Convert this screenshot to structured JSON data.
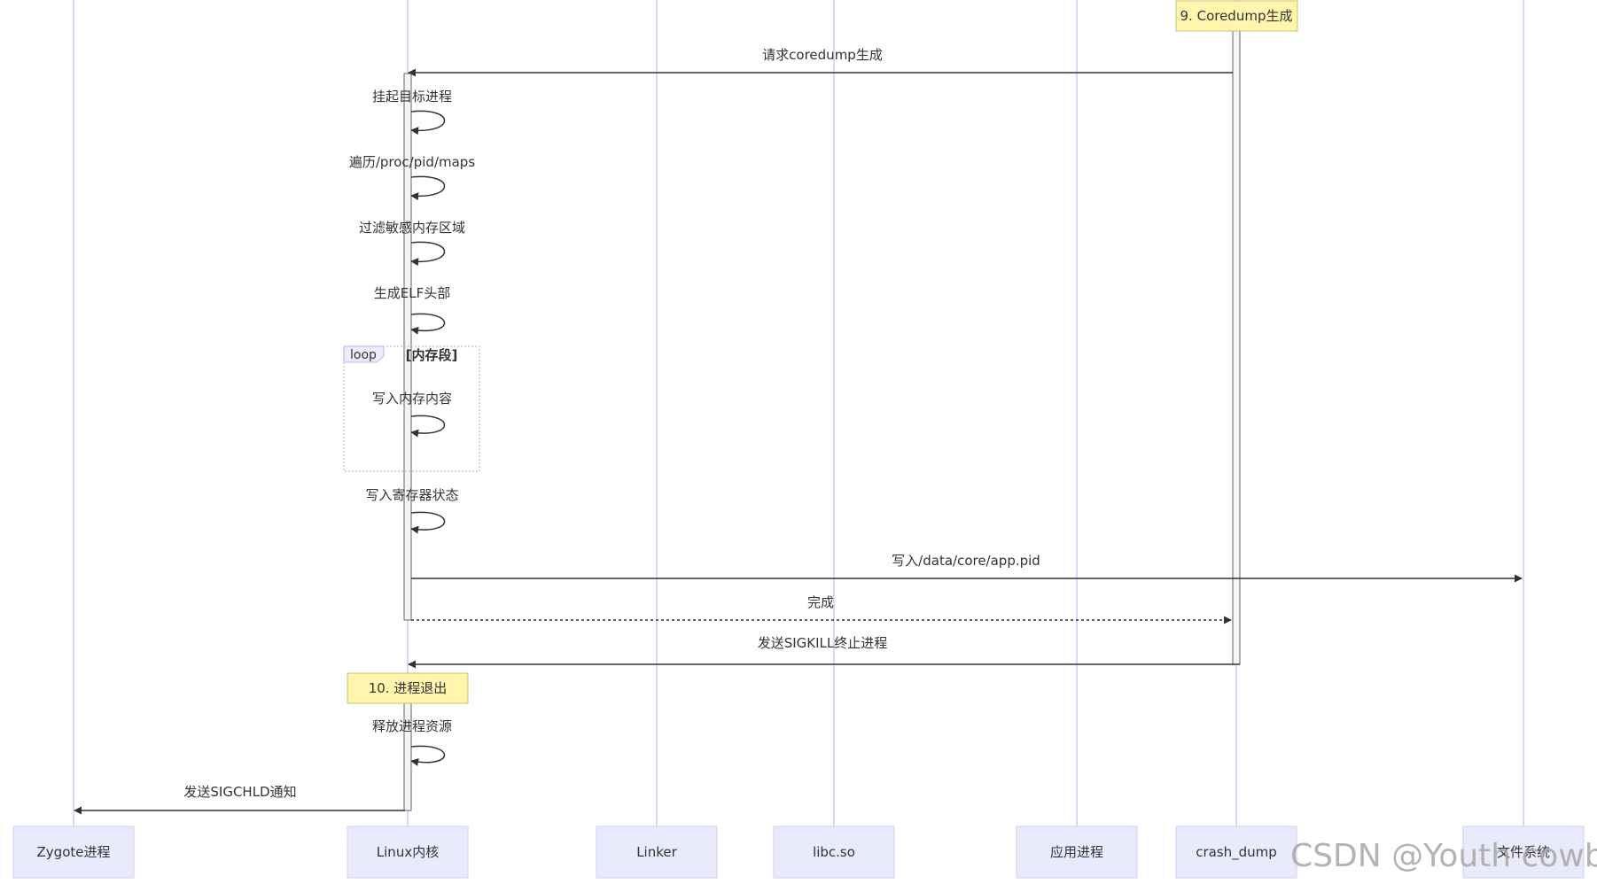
{
  "participants": [
    {
      "id": "zygote",
      "label": "Zygote进程"
    },
    {
      "id": "kernel",
      "label": "Linux内核"
    },
    {
      "id": "linker",
      "label": "Linker"
    },
    {
      "id": "libc",
      "label": "libc.so"
    },
    {
      "id": "app",
      "label": "应用进程"
    },
    {
      "id": "crashdump",
      "label": "crash_dump"
    },
    {
      "id": "fs",
      "label": "文件系统"
    }
  ],
  "notes": [
    {
      "id": "note9",
      "over": "crashdump",
      "text": "9. Coredump生成"
    },
    {
      "id": "note10",
      "over": "kernel",
      "text": "10. 进程退出"
    }
  ],
  "loop": {
    "keyword": "loop",
    "condition": "[内存段]"
  },
  "messages": [
    {
      "id": "m1",
      "from": "crashdump",
      "to": "kernel",
      "text": "请求coredump生成",
      "style": "solid"
    },
    {
      "id": "m2",
      "from": "kernel",
      "to": "kernel",
      "text": "挂起目标进程",
      "style": "self"
    },
    {
      "id": "m3",
      "from": "kernel",
      "to": "kernel",
      "text": "遍历/proc/pid/maps",
      "style": "self"
    },
    {
      "id": "m4",
      "from": "kernel",
      "to": "kernel",
      "text": "过滤敏感内存区域",
      "style": "self"
    },
    {
      "id": "m5",
      "from": "kernel",
      "to": "kernel",
      "text": "生成ELF头部",
      "style": "self"
    },
    {
      "id": "m6",
      "from": "kernel",
      "to": "kernel",
      "text": "写入内存内容",
      "style": "self"
    },
    {
      "id": "m7",
      "from": "kernel",
      "to": "kernel",
      "text": "写入寄存器状态",
      "style": "self"
    },
    {
      "id": "m8",
      "from": "kernel",
      "to": "fs",
      "text": "写入/data/core/app.pid",
      "style": "solid"
    },
    {
      "id": "m9",
      "from": "kernel",
      "to": "crashdump",
      "text": "完成",
      "style": "dotted"
    },
    {
      "id": "m10",
      "from": "crashdump",
      "to": "kernel",
      "text": "发送SIGKILL终止进程",
      "style": "solid"
    },
    {
      "id": "m11",
      "from": "kernel",
      "to": "kernel",
      "text": "释放进程资源",
      "style": "self"
    },
    {
      "id": "m12",
      "from": "kernel",
      "to": "zygote",
      "text": "发送SIGCHLD通知",
      "style": "solid"
    }
  ],
  "colors": {
    "lifeline": "#ccccff",
    "actor_fill": "#eaeafd",
    "actor_stroke": "#cfcff5",
    "note_fill": "#fff5ad",
    "note_stroke": "#c9c36b",
    "activation_fill": "#f4f4f4",
    "activation_stroke": "#666666",
    "arrow": "#333333",
    "loop_stroke": "#b9b9e8",
    "loop_label_fill": "#ececff"
  },
  "watermark": "CSDN @Youth cowboy"
}
